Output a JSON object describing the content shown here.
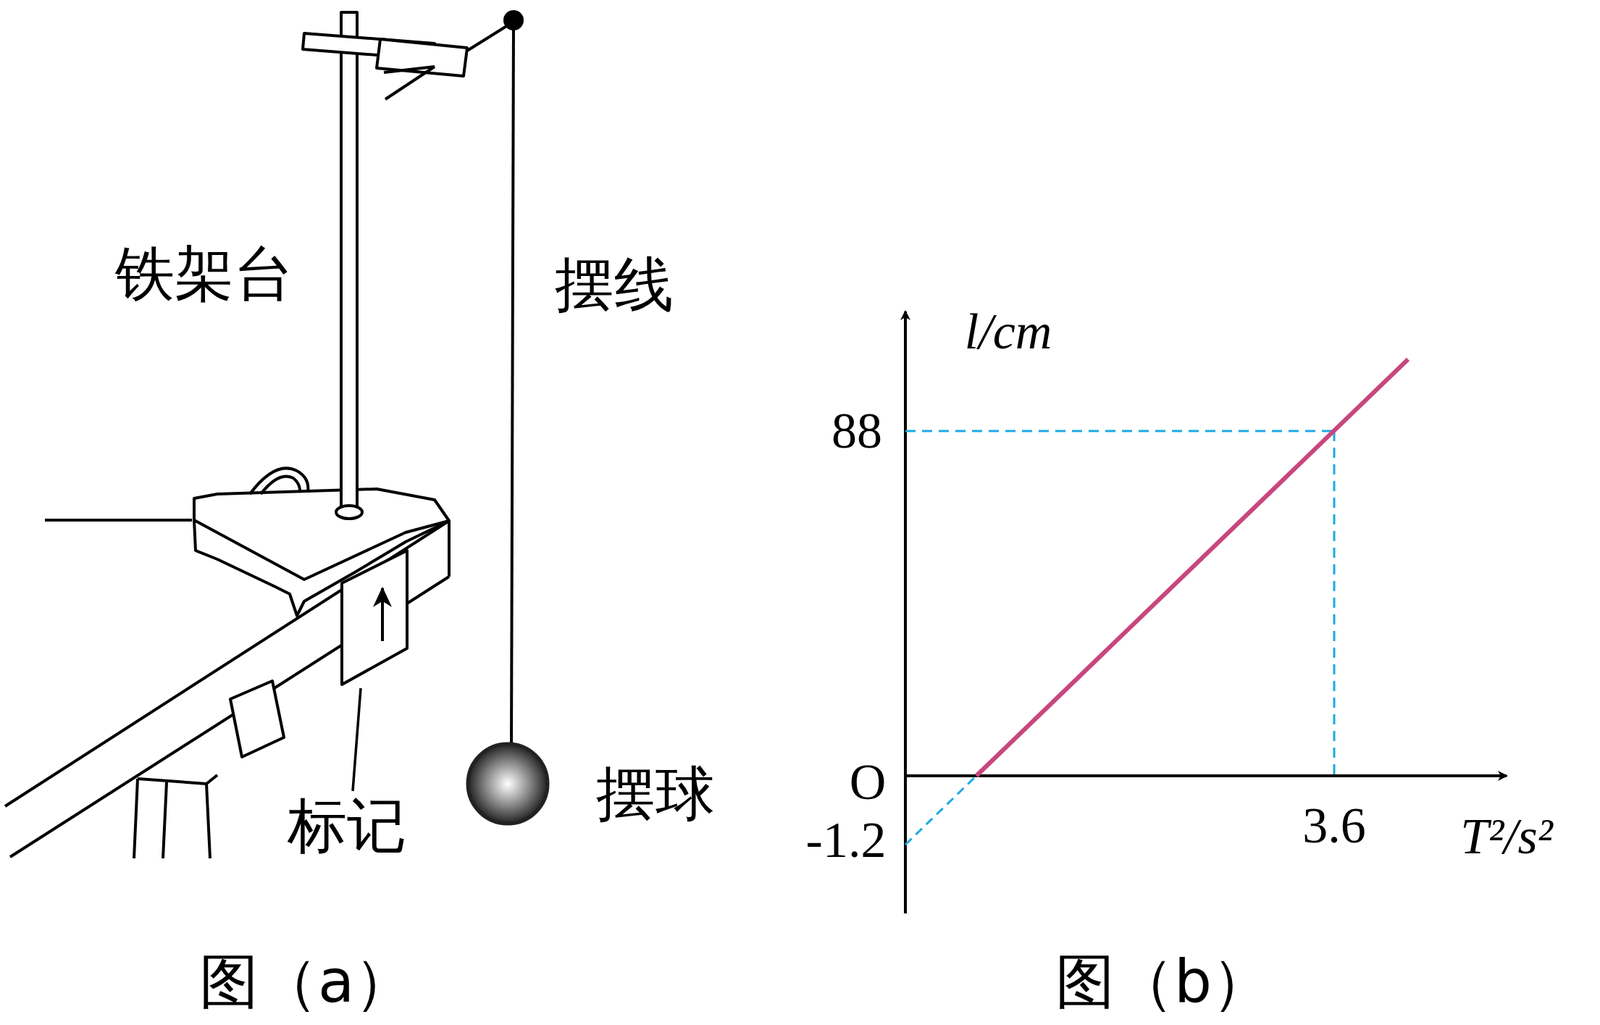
{
  "diagram": {
    "labels": [
      "铁架台",
      "摆线",
      "摆球",
      "标记",
      "图（a）",
      "l/cm",
      "88",
      "O",
      "-1.2",
      "3.6",
      "T²/s²",
      "图（b）"
    ]
  }
}
